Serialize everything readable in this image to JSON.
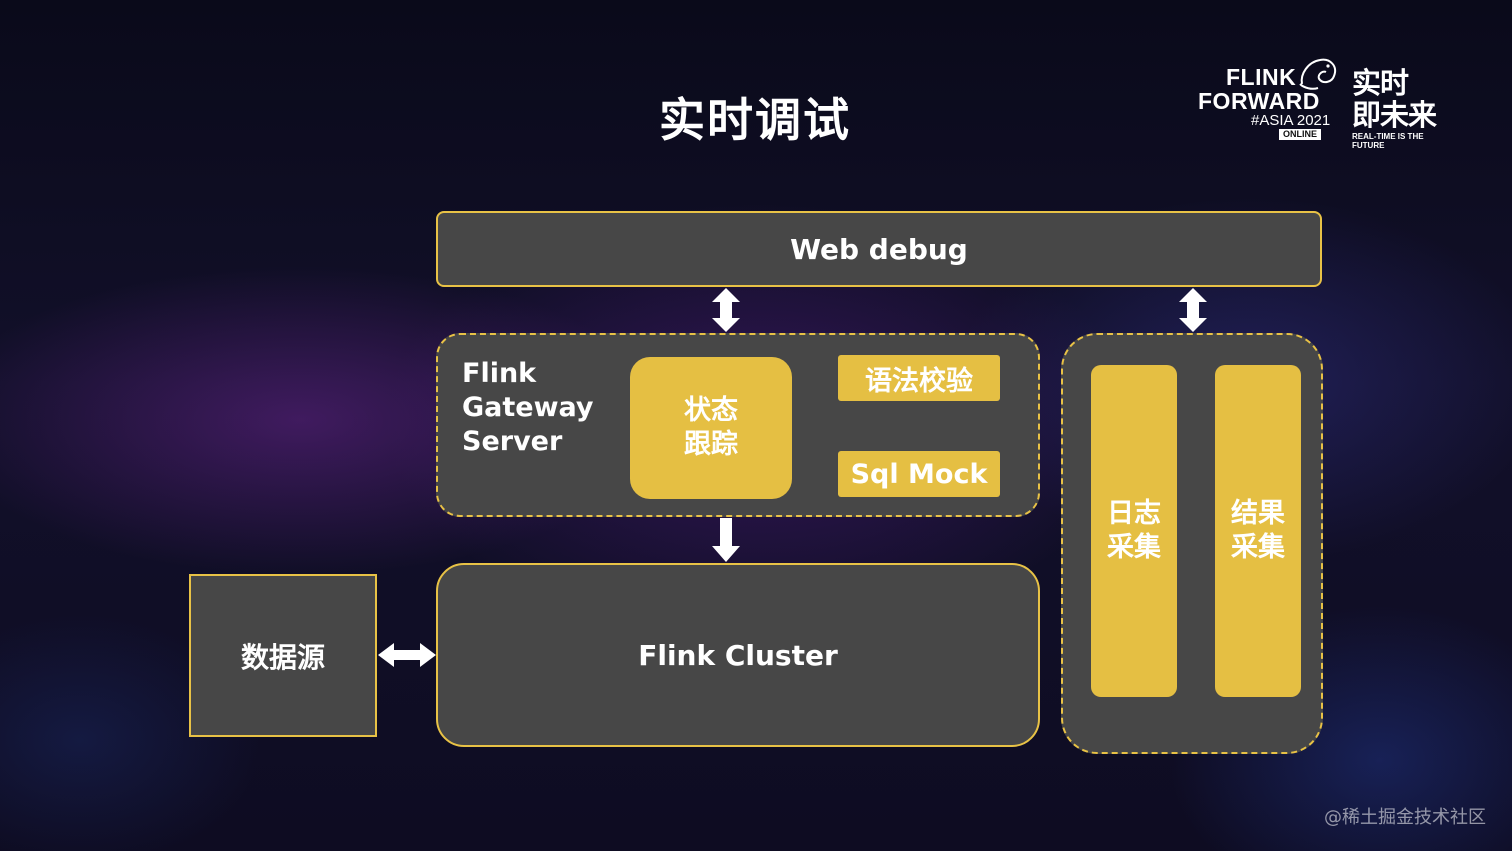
{
  "slide": {
    "title": "实时调试"
  },
  "logo": {
    "line1": "FLINK",
    "line2": "FORWARD",
    "line3": "#ASIA 2021",
    "line4": "ONLINE",
    "cn_line1": "实时",
    "cn_line2": "即未来",
    "tagline": "REAL-TIME IS THE FUTURE"
  },
  "diagram": {
    "web_debug": "Web debug",
    "gateway_label": "Flink\nGateway\nServer",
    "state_tracking": "状态\n跟踪",
    "syntax_check": "语法校验",
    "sql_mock": "Sql Mock",
    "flink_cluster": "Flink Cluster",
    "data_source": "数据源",
    "log_collect": "日志\n采集",
    "result_collect": "结果\n采集"
  },
  "watermark": "@稀土掘金技术社区",
  "colors": {
    "accent_gold": "#e5bf43",
    "box_fill": "#474747",
    "text": "#ffffff"
  }
}
